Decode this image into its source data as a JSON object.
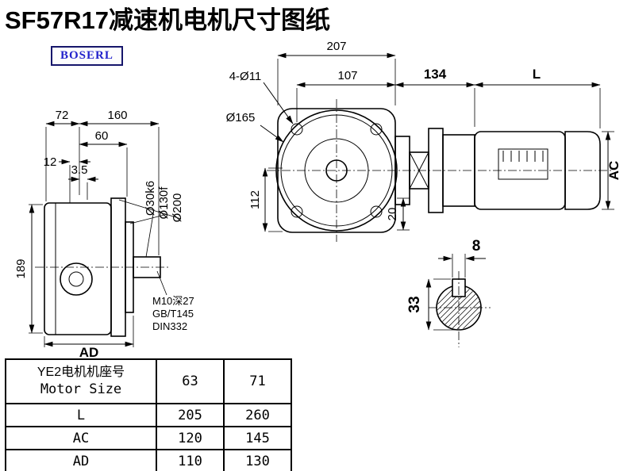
{
  "title": "SF57R17减速机电机尺寸图纸",
  "logo": "BOSERL",
  "colors": {
    "line": "#000000",
    "logo_text": "#2222cc",
    "logo_border": "#16166b"
  },
  "side_view": {
    "d72": "72",
    "d160": "160",
    "d60": "60",
    "d12": "12",
    "d3_5": "3.5",
    "d189": "189",
    "dAD": "AD",
    "dia_shaft": "Ø30k6",
    "dia_spigot": "Ø130f",
    "dia_flange": "Ø200",
    "note1": "M10深27",
    "note2": "GB/T145",
    "note3": "DIN332"
  },
  "front_view": {
    "d207": "207",
    "holes": "4-Ø11",
    "d107": "107",
    "d134": "134",
    "dL": "L",
    "dia165": "Ø165",
    "d112": "112",
    "d20": "20",
    "dAC": "AC"
  },
  "shaft_section": {
    "d8": "8",
    "d33": "33"
  },
  "table": {
    "col1_line1": "YE2电机机座号",
    "col1_line2": "Motor Size",
    "size_cols": [
      "63",
      "71"
    ],
    "rows": [
      {
        "label": "L",
        "v": [
          "205",
          "260"
        ]
      },
      {
        "label": "AC",
        "v": [
          "120",
          "145"
        ]
      },
      {
        "label": "AD",
        "v": [
          "110",
          "130"
        ]
      }
    ]
  }
}
